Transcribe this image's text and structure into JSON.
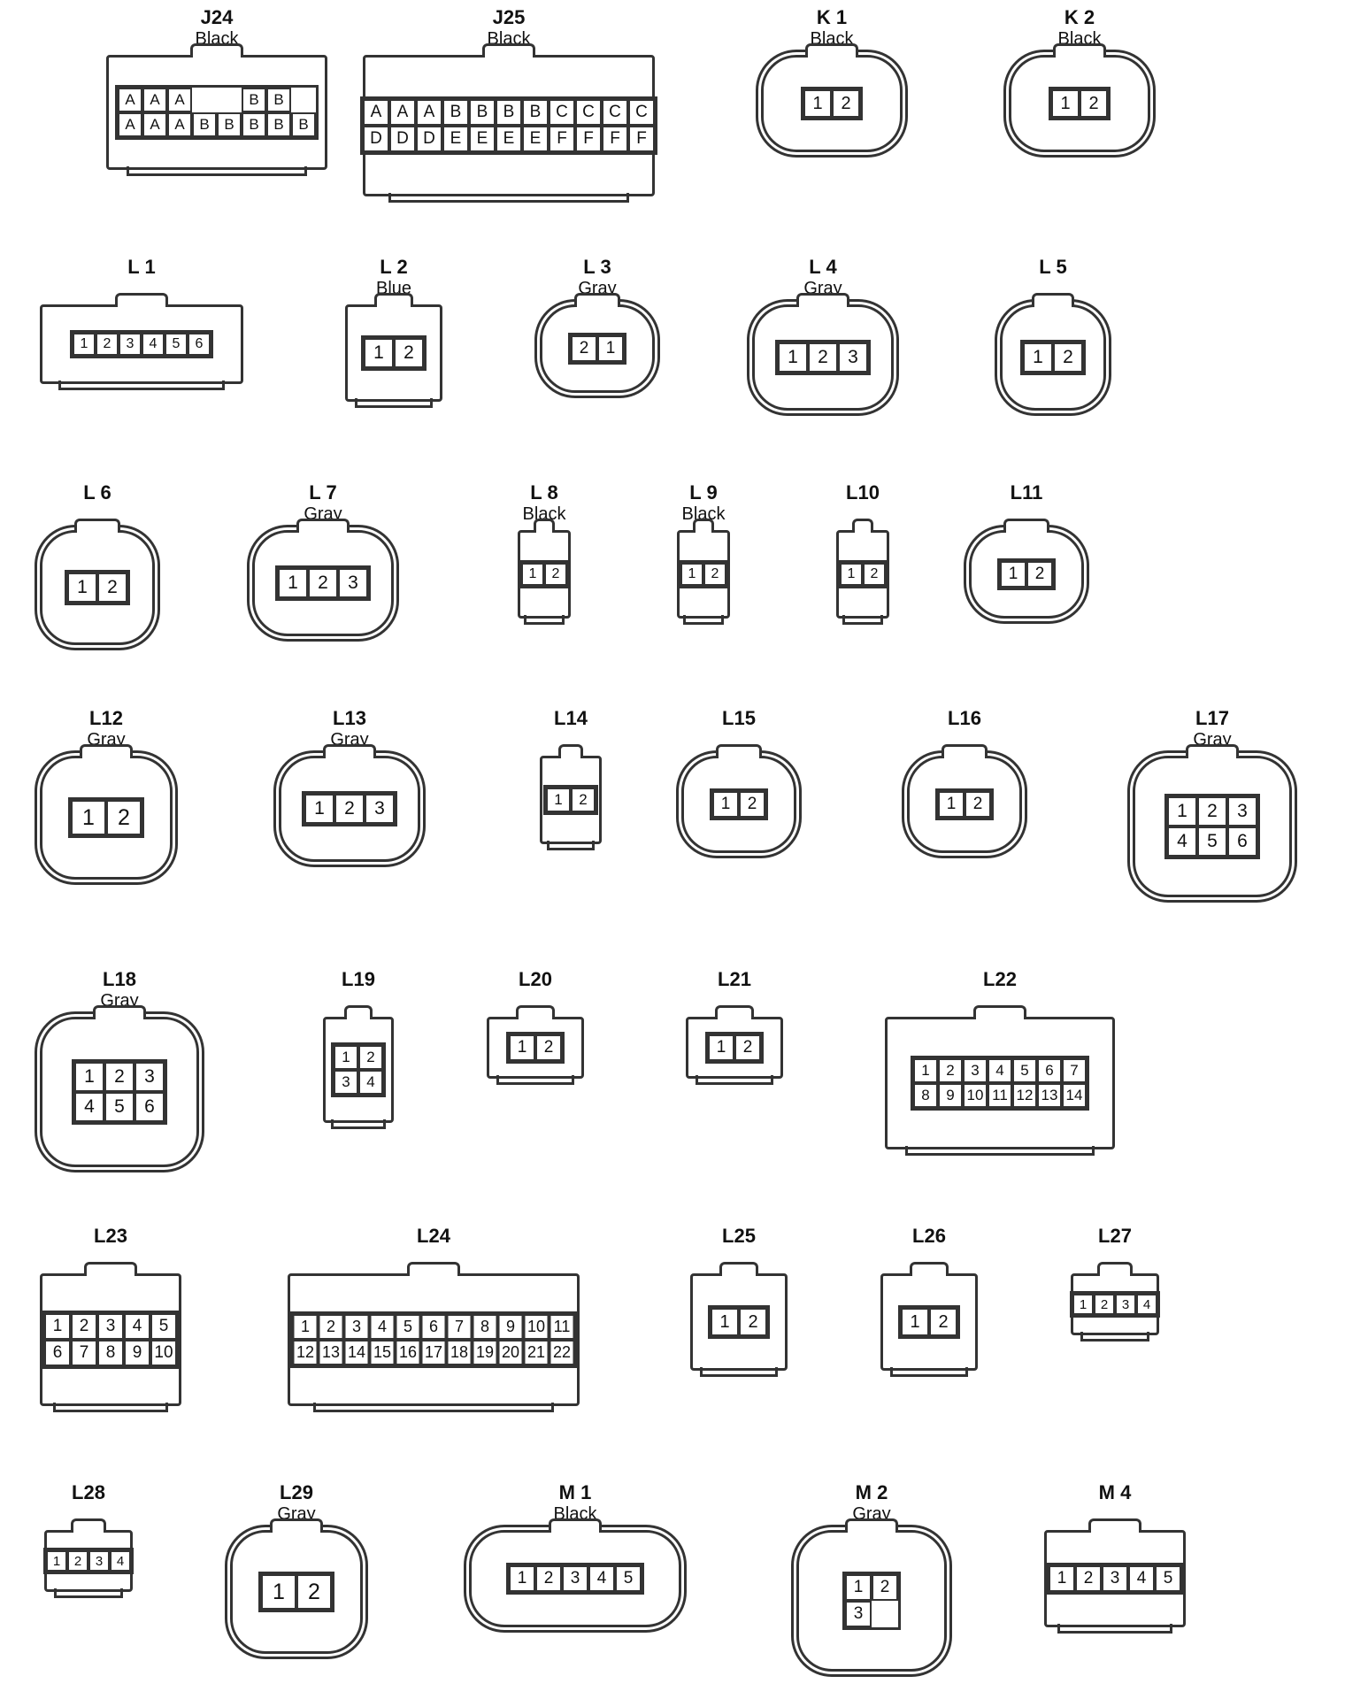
{
  "connectors": [
    {
      "id": "J24",
      "color": "Black",
      "rows": [
        [
          "A",
          "A",
          "A",
          "",
          "",
          "B",
          "B"
        ],
        [
          "A",
          "A",
          "A",
          "B",
          "B",
          "B",
          "B",
          "B"
        ]
      ]
    },
    {
      "id": "J25",
      "color": "Black",
      "rows": [
        [
          "A",
          "A",
          "A",
          "B",
          "B",
          "B",
          "B",
          "C",
          "C",
          "C",
          "C"
        ],
        [
          "D",
          "D",
          "D",
          "E",
          "E",
          "E",
          "E",
          "F",
          "F",
          "F",
          "F"
        ]
      ]
    },
    {
      "id": "K 1",
      "color": "Black",
      "rows": [
        [
          "1",
          "2"
        ]
      ]
    },
    {
      "id": "K 2",
      "color": "Black",
      "rows": [
        [
          "1",
          "2"
        ]
      ]
    },
    {
      "id": "L 1",
      "color": "",
      "rows": [
        [
          "1",
          "2",
          "3",
          "4",
          "5",
          "6"
        ]
      ]
    },
    {
      "id": "L 2",
      "color": "Blue",
      "rows": [
        [
          "1",
          "2"
        ]
      ]
    },
    {
      "id": "L 3",
      "color": "Gray",
      "rows": [
        [
          "2",
          "1"
        ]
      ]
    },
    {
      "id": "L 4",
      "color": "Gray",
      "rows": [
        [
          "1",
          "2",
          "3"
        ]
      ]
    },
    {
      "id": "L 5",
      "color": "",
      "rows": [
        [
          "1",
          "2"
        ]
      ]
    },
    {
      "id": "L 6",
      "color": "",
      "rows": [
        [
          "1",
          "2"
        ]
      ]
    },
    {
      "id": "L 7",
      "color": "Gray",
      "rows": [
        [
          "1",
          "2",
          "3"
        ]
      ]
    },
    {
      "id": "L 8",
      "color": "Black",
      "rows": [
        [
          "1",
          "2"
        ]
      ]
    },
    {
      "id": "L 9",
      "color": "Black",
      "rows": [
        [
          "1",
          "2"
        ]
      ]
    },
    {
      "id": "L10",
      "color": "",
      "rows": [
        [
          "1",
          "2"
        ]
      ]
    },
    {
      "id": "L11",
      "color": "",
      "rows": [
        [
          "1",
          "2"
        ]
      ]
    },
    {
      "id": "L12",
      "color": "Gray",
      "rows": [
        [
          "1",
          "2"
        ]
      ]
    },
    {
      "id": "L13",
      "color": "Gray",
      "rows": [
        [
          "1",
          "2",
          "3"
        ]
      ]
    },
    {
      "id": "L14",
      "color": "",
      "rows": [
        [
          "1",
          "2"
        ]
      ]
    },
    {
      "id": "L15",
      "color": "",
      "rows": [
        [
          "1",
          "2"
        ]
      ]
    },
    {
      "id": "L16",
      "color": "",
      "rows": [
        [
          "1",
          "2"
        ]
      ]
    },
    {
      "id": "L17",
      "color": "Gray",
      "rows": [
        [
          "1",
          "2",
          "3"
        ],
        [
          "4",
          "5",
          "6"
        ]
      ]
    },
    {
      "id": "L18",
      "color": "Gray",
      "rows": [
        [
          "1",
          "2",
          "3"
        ],
        [
          "4",
          "5",
          "6"
        ]
      ]
    },
    {
      "id": "L19",
      "color": "",
      "rows": [
        [
          "1",
          "2"
        ],
        [
          "3",
          "4"
        ]
      ]
    },
    {
      "id": "L20",
      "color": "",
      "rows": [
        [
          "1",
          "2"
        ]
      ]
    },
    {
      "id": "L21",
      "color": "",
      "rows": [
        [
          "1",
          "2"
        ]
      ]
    },
    {
      "id": "L22",
      "color": "",
      "rows": [
        [
          "1",
          "2",
          "3",
          "4",
          "5",
          "6",
          "7"
        ],
        [
          "8",
          "9",
          "10",
          "11",
          "12",
          "13",
          "14"
        ]
      ]
    },
    {
      "id": "L23",
      "color": "",
      "rows": [
        [
          "1",
          "2",
          "3",
          "4",
          "5"
        ],
        [
          "6",
          "7",
          "8",
          "9",
          "10"
        ]
      ]
    },
    {
      "id": "L24",
      "color": "",
      "rows": [
        [
          "1",
          "2",
          "3",
          "4",
          "5",
          "6",
          "7",
          "8",
          "9",
          "10",
          "11"
        ],
        [
          "12",
          "13",
          "14",
          "15",
          "16",
          "17",
          "18",
          "19",
          "20",
          "21",
          "22"
        ]
      ]
    },
    {
      "id": "L25",
      "color": "",
      "rows": [
        [
          "1",
          "2"
        ]
      ]
    },
    {
      "id": "L26",
      "color": "",
      "rows": [
        [
          "1",
          "2"
        ]
      ]
    },
    {
      "id": "L27",
      "color": "",
      "rows": [
        [
          "1",
          "2",
          "3",
          "4"
        ]
      ]
    },
    {
      "id": "L28",
      "color": "",
      "rows": [
        [
          "1",
          "2",
          "3",
          "4"
        ]
      ]
    },
    {
      "id": "L29",
      "color": "Gray",
      "rows": [
        [
          "1",
          "2"
        ]
      ]
    },
    {
      "id": "M 1",
      "color": "Black",
      "rows": [
        [
          "1",
          "2",
          "3",
          "4",
          "5"
        ]
      ]
    },
    {
      "id": "M 2",
      "color": "Gray",
      "rows": [
        [
          "1",
          "2"
        ],
        [
          "3"
        ]
      ]
    },
    {
      "id": "M 4",
      "color": "",
      "rows": [
        [
          "1",
          "2",
          "3",
          "4",
          "5"
        ]
      ]
    }
  ]
}
